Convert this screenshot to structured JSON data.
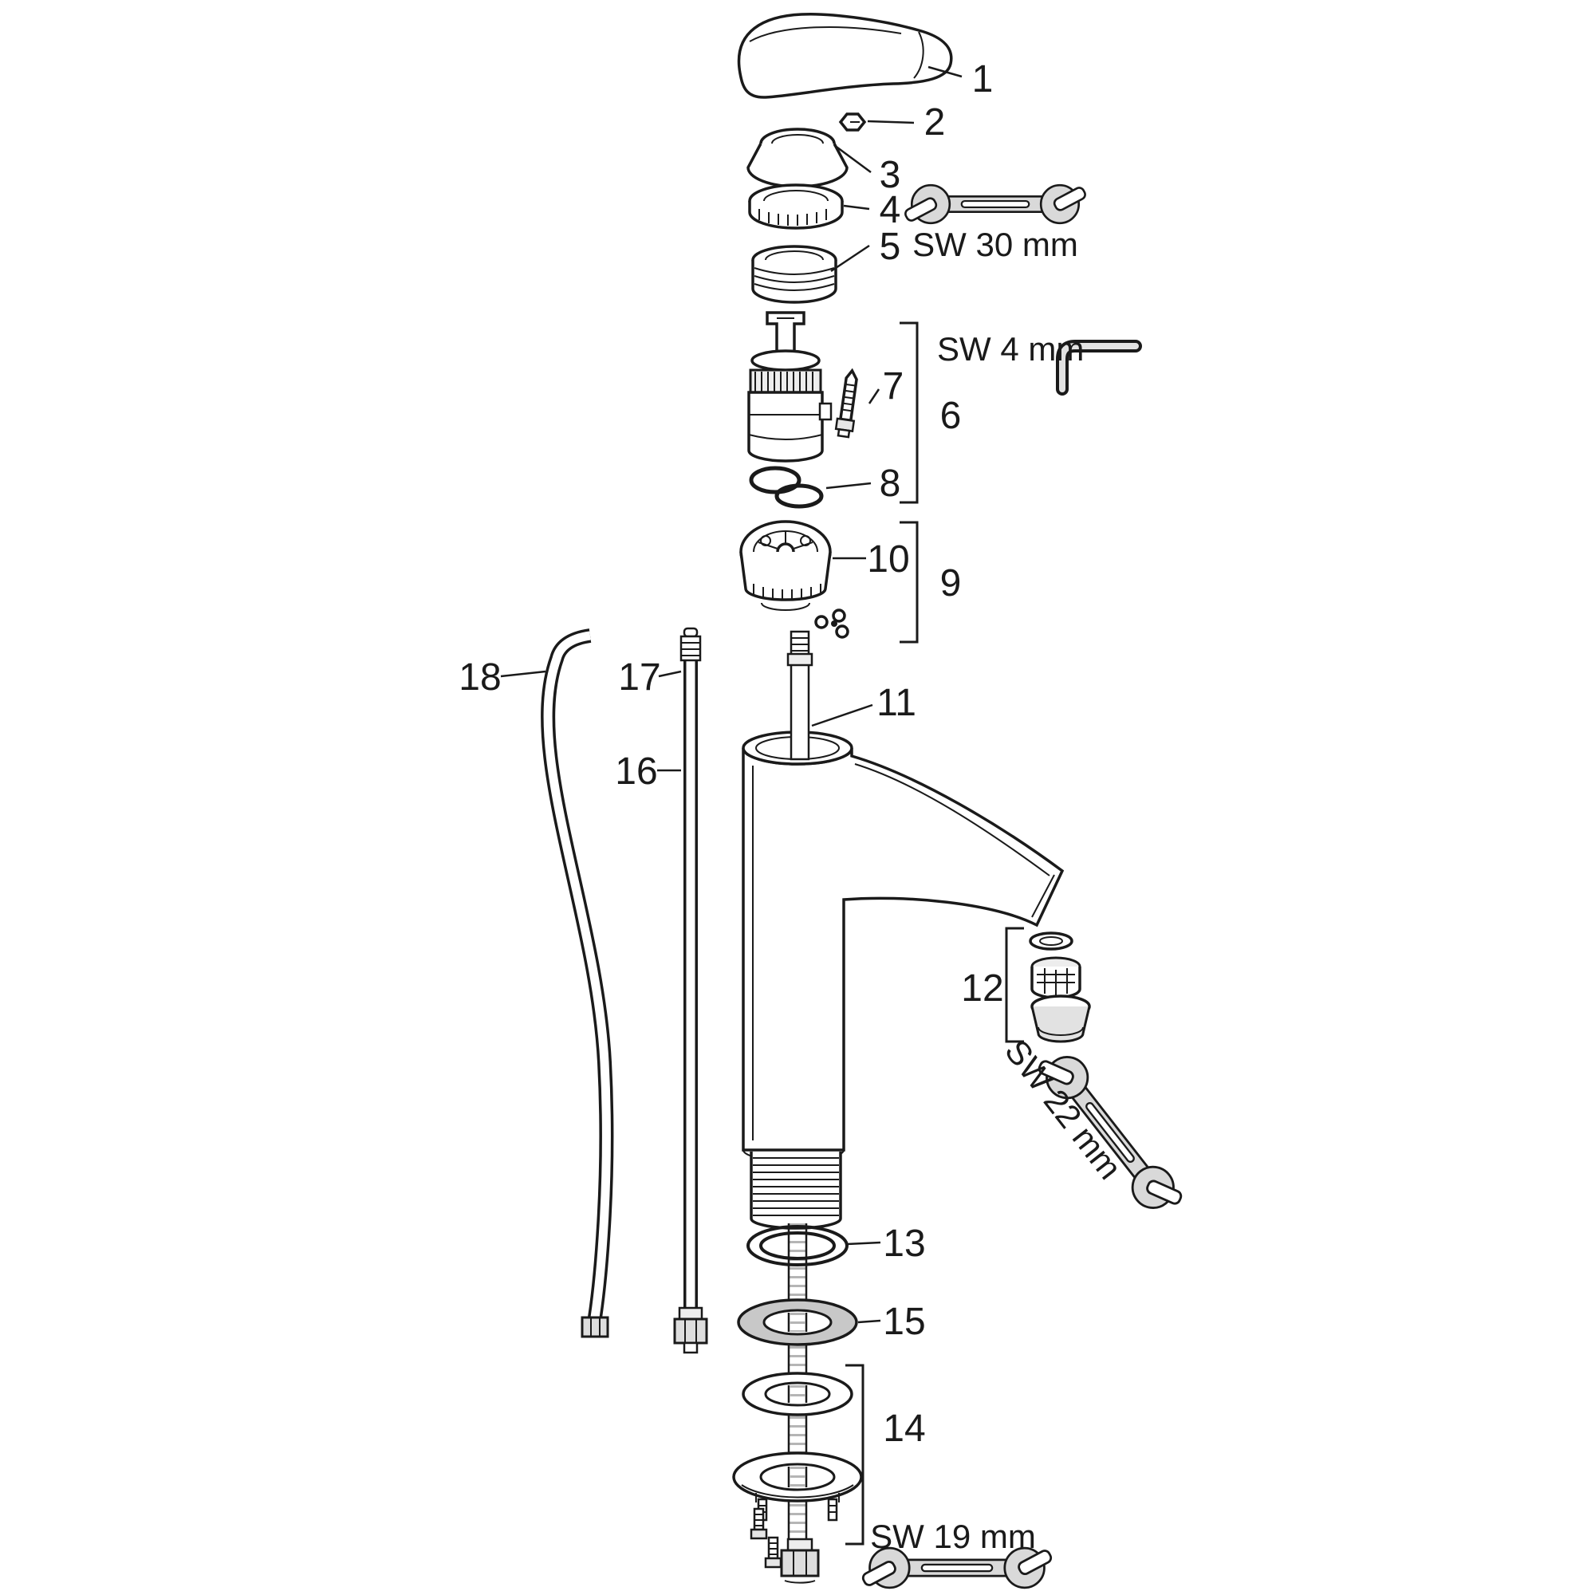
{
  "diagram": {
    "background_color": "#ffffff",
    "line_color": "#1a1a1a",
    "metal_color": "#d9d9d9",
    "part_labels": [
      "1",
      "2",
      "3",
      "4",
      "5",
      "6",
      "7",
      "8",
      "9",
      "10",
      "11",
      "12",
      "13",
      "14",
      "15",
      "16",
      "17",
      "18"
    ],
    "tools": {
      "sw30": "SW 30 mm",
      "sw4": "SW 4 mm",
      "sw22": "SW 22 mm",
      "sw19": "SW 19 mm"
    }
  }
}
